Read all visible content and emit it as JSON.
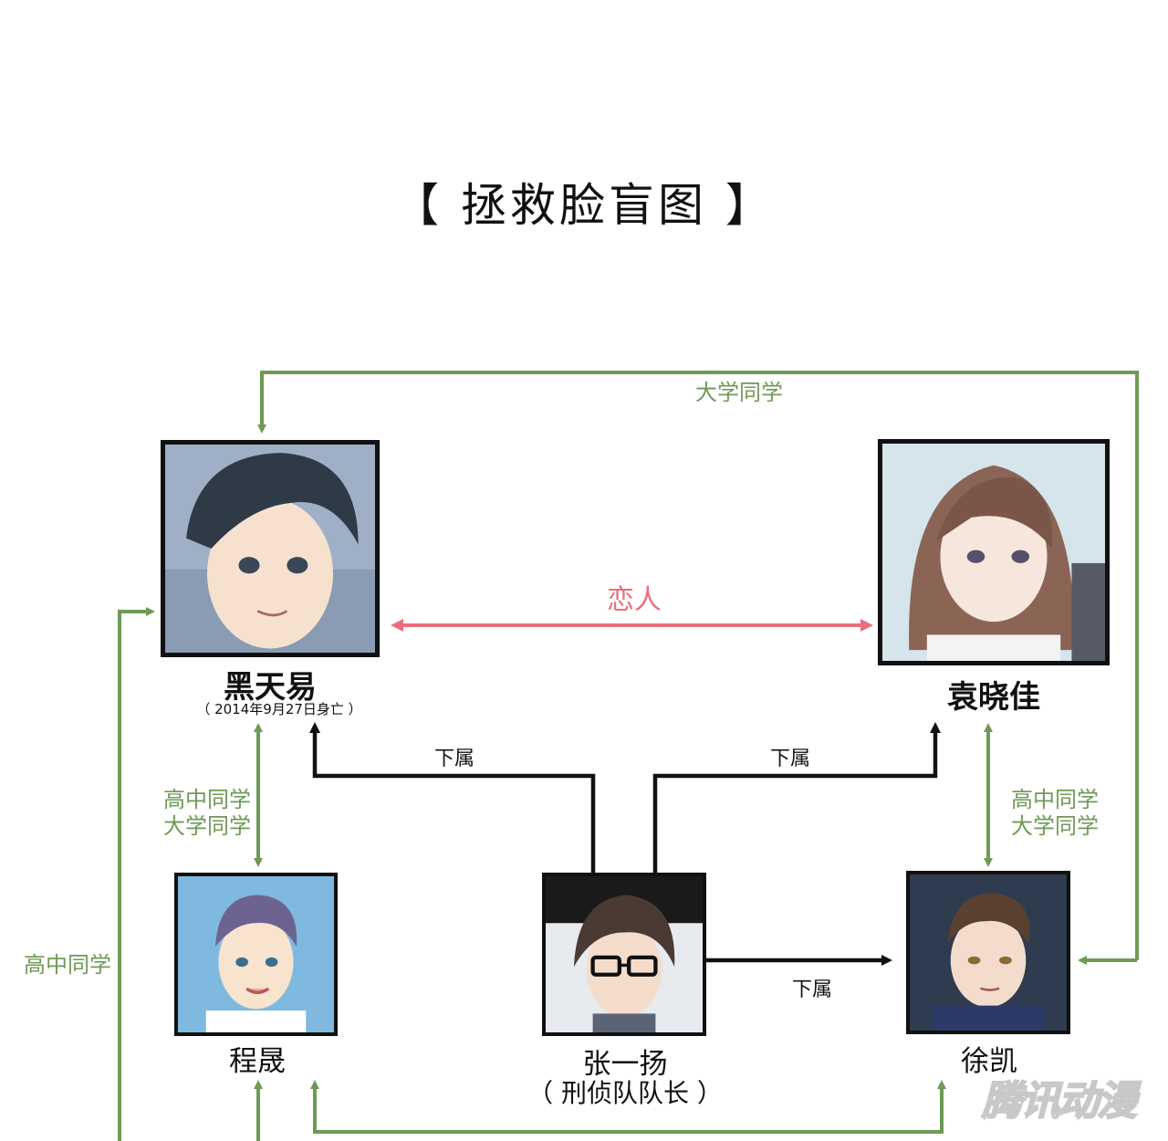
{
  "title": "【 拯救脸盲图 】",
  "people": {
    "hei_tianyi": {
      "name": "黑天易",
      "note": "（ 2014年9月27日身亡 ）"
    },
    "yuan_xiaojia": {
      "name": "袁晓佳"
    },
    "cheng_sheng": {
      "name": "程晟"
    },
    "zhang_yiyang": {
      "name": "张一扬",
      "role": "（ 刑侦队队长 ）"
    },
    "xu_kai": {
      "name": "徐凯"
    }
  },
  "relations": {
    "college_top": "大学同学",
    "lovers": "恋人",
    "subordinate_left": "下属",
    "subordinate_right": "下属",
    "subordinate_xukai": "下属",
    "hs_college_left_1": "高中同学",
    "hs_college_left_2": "大学同学",
    "hs_college_right_1": "高中同学",
    "hs_college_right_2": "大学同学",
    "highschool_far_left": "高中同学"
  },
  "watermark": "腾讯动漫",
  "colors": {
    "green_line": "#6e9a55",
    "black_line": "#111111",
    "red_line": "#e8707a"
  }
}
